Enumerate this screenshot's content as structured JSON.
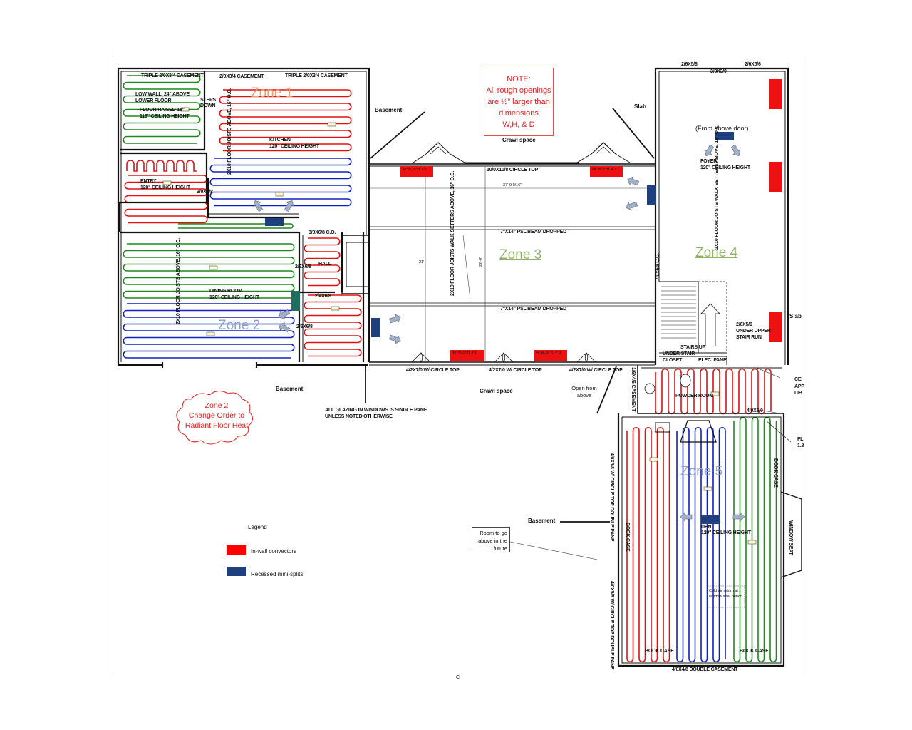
{
  "zones": {
    "z1": "Zone 1",
    "z2": "Zone 2",
    "z3": "Zone 3",
    "z4": "Zone 4",
    "z5": "Zone 5"
  },
  "note": {
    "l1": "NOTE:",
    "l2": "All rough openings",
    "l3": "are ½” larger than",
    "l4": "dimensions",
    "l5": "W,H, & D"
  },
  "cloud": {
    "l1": "Zone 2",
    "l2": "Change Order to",
    "l3": "Radiant Floor Heat"
  },
  "legend": {
    "title": "Legend",
    "item1": "In-wall convectors",
    "item2": "Recessed mini-splits",
    "color1": "#ff0000",
    "color2": "#1f3f7f"
  },
  "future": {
    "l1": "Room to go",
    "l2": "above in the",
    "l3": "future"
  },
  "areas": {
    "basement1": "Basement",
    "basement2": "Basement",
    "basement3": "Basement",
    "crawl1": "Crawl space",
    "crawl2": "Crawl space",
    "slab1": "Slab",
    "slab2": "Slab",
    "open_above": "Open from above",
    "from_above_door": "(From above door)"
  },
  "rooms": {
    "triple1": "TRIPLE 2/0X3/4 CASEMENT",
    "casement24": "2/0X3/4 CASEMENT",
    "triple2": "TRIPLE 2/0X3/4 CASEMENT",
    "low_wall1": "LOW WALL, 24\" ABOVE",
    "low_wall2": "LOWER FLOOR",
    "floor_raised": "FLOOR RAISED 18\"",
    "ceiling_113": "113\" CEILING HEIGHT",
    "steps1": "STEPS",
    "steps2": "DOWN",
    "kitchen": "KITCHEN",
    "kitchen_ceiling": "120\" CEILING HEIGHT",
    "floor_joists_k": "2X10 FLOOR JOISTS ABOVE, 16\" O.C.",
    "entry": "ENTRY",
    "entry_ceiling": "120\" CEILING HEIGHT",
    "d30x68": "3/0X6/8",
    "d30x68co": "3/0X6/8 C.O.",
    "dining": "DINING ROOM",
    "dining_ceiling": "120\" CEILING HEIGHT",
    "floor_joists_d": "2X10 FLOOR JOISTS ABOVE, 16\" O.C.",
    "hall": "HALL",
    "d26x68a": "2/6X6/8",
    "d26x68b": "2/6X6/8",
    "d24x68": "2/4X6/8",
    "circle_top_top": "10/0X10/8 CIRCLE TOP",
    "dim_top": "37'-9 9/16\"",
    "beam1": "7\"X14\" PSL BEAM DROPPED",
    "beam2": "7\"X14\" PSL BEAM DROPPED",
    "floor_joists_c": "2X10 FLOOR JOISTS WALK SETTERS ABOVE, 16\" O.C.",
    "dim21": "21'",
    "dim22": "22'-0\"",
    "ct1": "4/2X7/0 W/ CIRCLE TOP",
    "ct2": "4/2X7/0 W/ CIRCLE TOP",
    "ct3": "4/2X7/0 W/ CIRCLE TOP",
    "glazing1": "ALL GLAZING IN WINDOWS IS SINGLE PANE",
    "glazing2": "UNLESS NOTED OTHERWISE",
    "foyer": "FOYER",
    "foyer_ceiling": "120\" CEILING HEIGHT",
    "floor_joists_f": "2X10 FLOOR JOISTS WALK SETTERS ABOVE, 16\" O.C.",
    "d26x56": "2/6X5/6",
    "d26x56b": "2/6X5/6",
    "d30x30": "3/0X3/0",
    "d70x68": "7/0X6/8 C.O.",
    "under_upper1": "2/6X5/0",
    "under_upper2": "UNDER UPPER",
    "under_upper3": "STAIR RUN",
    "stairs_up": "STAIRS UP",
    "under_stair1": "UNDER STAIR",
    "under_stair2": "CLOSET",
    "elec": "ELEC. PANEL",
    "powder": "POWDER ROOM",
    "d40x60": "4/0X6/0",
    "case16": "1/6X4/6 CASEMENT",
    "dbl_circle1": "4/0X5/8 W/ CIRCLE TOP DOUBLE PANE",
    "dbl_circle2": "4/0X5/8 W/ CIRCLE TOP DOUBLE PANE",
    "bookcase1": "BOOK CASE",
    "bookcase2": "BOOK CASE",
    "bookcase3": "BOOK CASE",
    "bookcase4": "BOOK CASE",
    "den": "DEN",
    "den_ceiling": "120\" CEILING HEIGHT",
    "window_seat": "WINDOW SEAT",
    "double_case": "4/0X4/8 DOUBLE CASEMENT",
    "cold_air1": "Cold air return at",
    "cold_air2": "window seat bench",
    "ce1": "CEI",
    "ce2": "APP",
    "ce3": "LIB",
    "fl1": "FL",
    "fl2": "1.8"
  },
  "units": {
    "u1": "48\"W,26\"H, 4\"D",
    "u2": "48\"W,26\"H, 4\"D",
    "u3": "48\"W,26\"H, 4\"D",
    "u4": "48\"W,26\"H, 4\"D"
  },
  "page_marker": "C"
}
